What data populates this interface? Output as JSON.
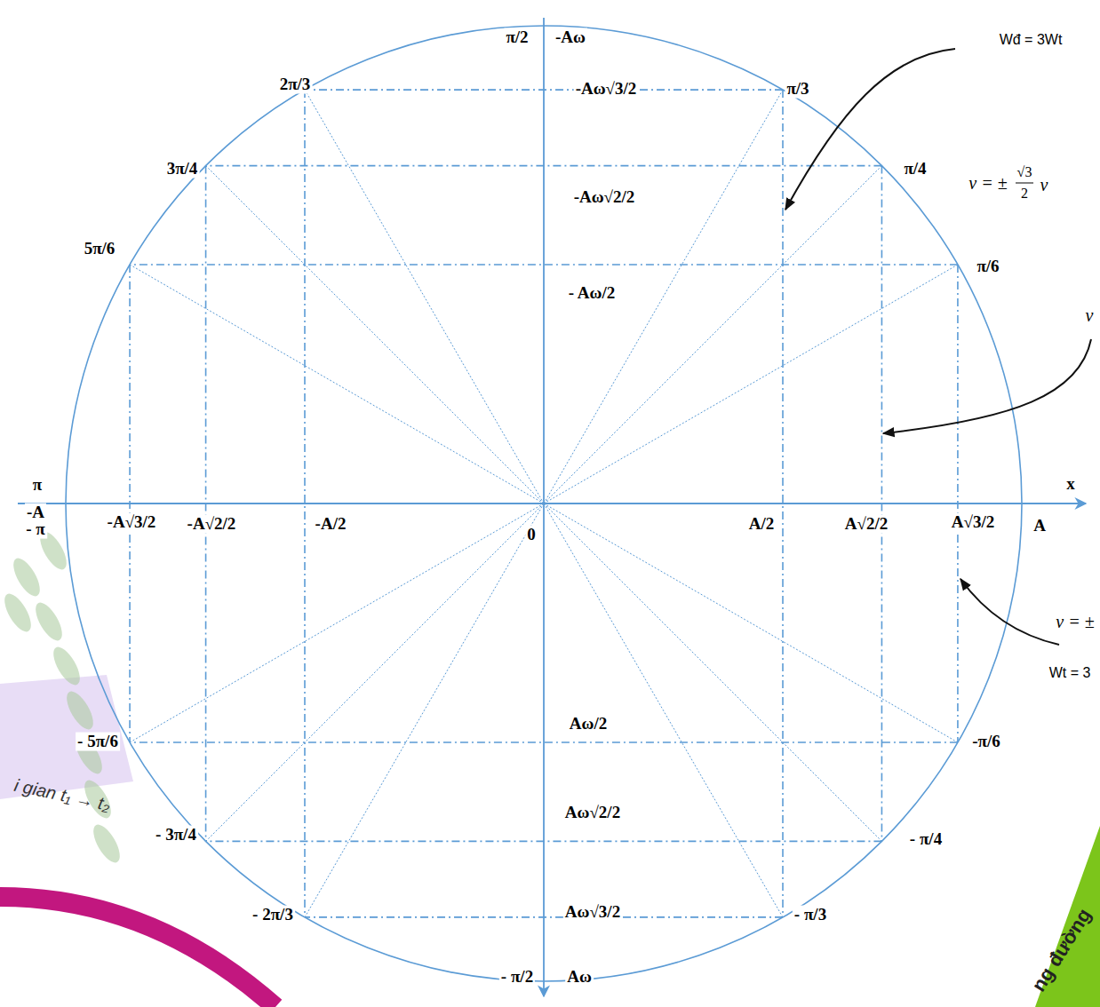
{
  "diagram": {
    "labels": [
      "π/2",
      "-Aω",
      "2π/3",
      "π/3",
      "3π/4",
      "π/4",
      "5π/6",
      "π/6",
      "π",
      "-A",
      "- π",
      "x",
      "A",
      "-A√3/2",
      "-A√2/2",
      "-A/2",
      "0",
      "A/2",
      "A√2/2",
      "A√3/2",
      "-Aω√3/2",
      "-Aω√2/2",
      "- Aω/2",
      "Aω/2",
      "Aω√2/2",
      "Aω√3/2",
      "- π/2",
      "Aω",
      "- 5π/6",
      "- 3π/4",
      "- 2π/3",
      "-π/6",
      "- π/4",
      "- π/3",
      "Wđ = 3Wt",
      "v = ±",
      "√3",
      "2",
      "v",
      "v",
      "v = ±",
      "Wt = 3",
      "i gian t₁ → t₂",
      "ng đường"
    ]
  }
}
